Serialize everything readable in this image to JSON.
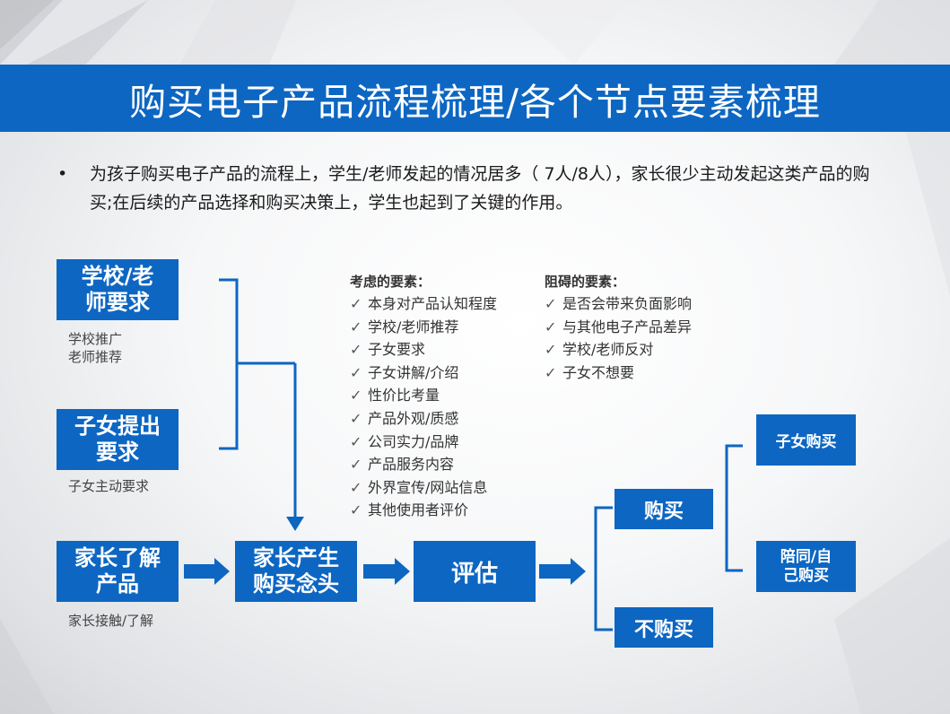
{
  "header": {
    "title": "购买电子产品流程梳理/各个节点要素梳理"
  },
  "intro": {
    "bullet": "•",
    "text": "为孩子购买电子产品的流程上，学生/老师发起的情况居多（ 7人/8人），家长很少主动发起这类产品的购买;在后续的产品选择和购买决策上，学生也起到了关键的作用。"
  },
  "nodes": {
    "school": {
      "line1": "学校/老",
      "line2": "师要求",
      "sub1": "学校推广",
      "sub2": "老师推荐"
    },
    "child_request": {
      "line1": "子女提出",
      "line2": "要求",
      "sub": "子女主动要求"
    },
    "parent_learn": {
      "line1": "家长了解",
      "line2": "产品",
      "sub": "家长接触/了解"
    },
    "parent_idea": {
      "line1": "家长产生",
      "line2": "购买念头"
    },
    "evaluate": {
      "label": "评估"
    },
    "buy": {
      "label": "购买"
    },
    "not_buy": {
      "label": "不购买"
    },
    "child_buy": {
      "label": "子女购买"
    },
    "accompany_buy": {
      "line1": "陪同/自",
      "line2": "己购买"
    }
  },
  "considered": {
    "title": "考虑的要素：",
    "items": [
      "本身对产品认知程度",
      "学校/老师推荐",
      "子女要求",
      "子女讲解/介绍",
      "性价比考量",
      "产品外观/质感",
      "公司实力/品牌",
      "产品服务内容",
      "外界宣传/网站信息",
      "其他使用者评价"
    ]
  },
  "obstacles": {
    "title": "阻碍的要素：",
    "items": [
      "是否会带来负面影响",
      "与其他电子产品差异",
      "学校/老师反对",
      "子女不想要"
    ]
  },
  "check_icon": "✓",
  "colors": {
    "accent": "#0d66c2",
    "text": "#333333",
    "title_text": "#ffffff"
  }
}
